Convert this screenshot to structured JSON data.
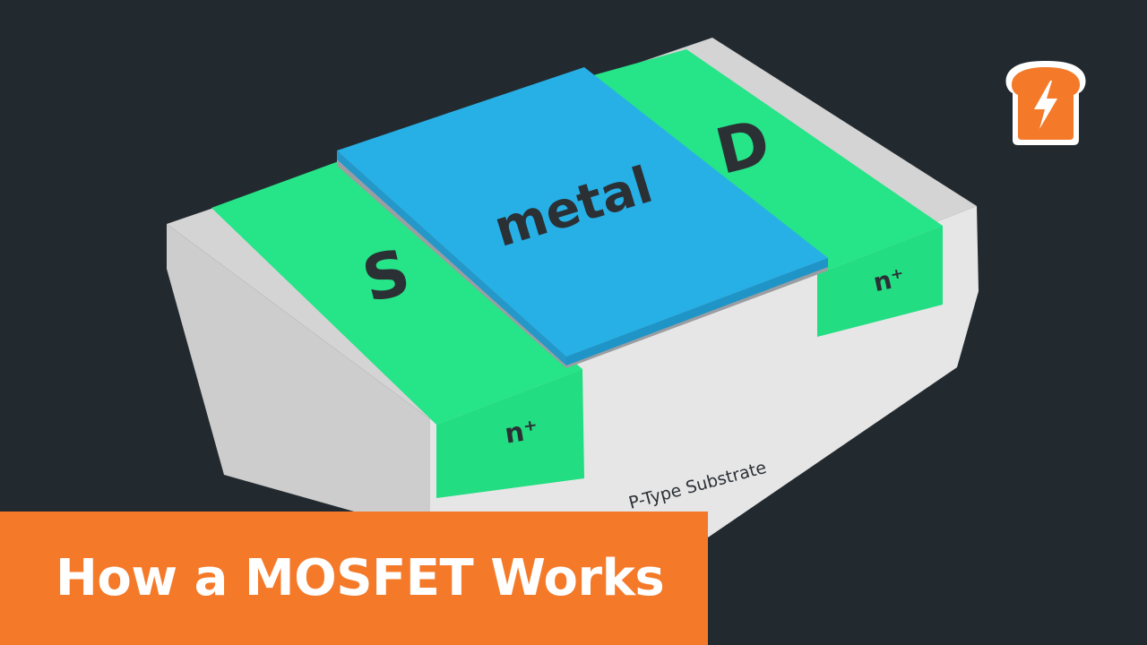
{
  "video": {
    "title": "How a MOSFET Works"
  },
  "diagram": {
    "source_label": "S",
    "drain_label": "D",
    "gate_label": "metal",
    "source_region_label": "n⁺",
    "drain_region_label": "n⁺",
    "substrate_label": "P-Type Substrate"
  },
  "colors": {
    "background": "#232a2f",
    "substrate": "#e4e4e4",
    "n_plus_region": "#26e488",
    "metal_gate": "#27b0e6",
    "banner": "#f47a2a",
    "logo": "#f47a2a"
  },
  "brand": {
    "icon": "lightning-bolt-toast-icon"
  }
}
